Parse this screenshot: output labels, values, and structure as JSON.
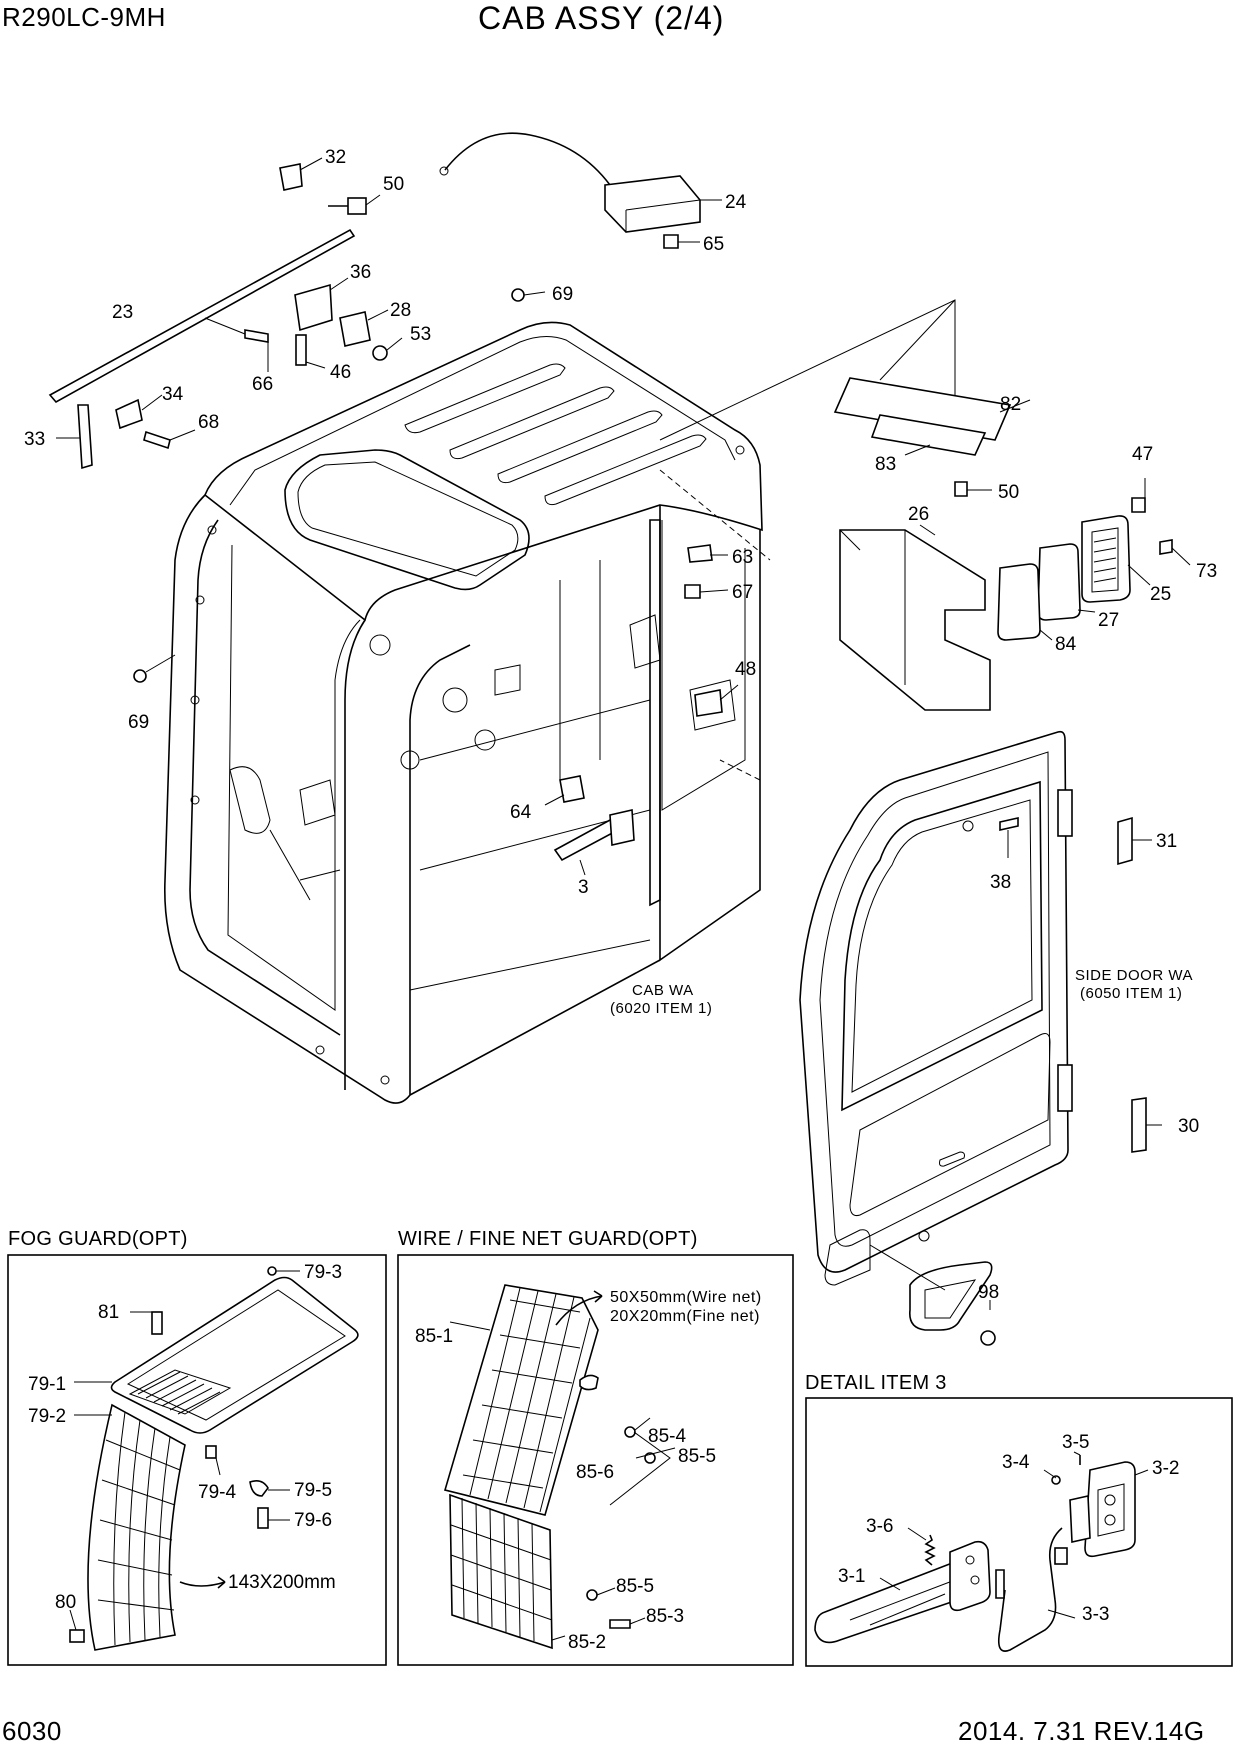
{
  "header": {
    "model": "R290LC-9MH",
    "title": "CAB ASSY (2/4)"
  },
  "footer": {
    "page_number": "6030",
    "revision": "2014. 7.31  REV.14G"
  },
  "sections": {
    "fog_guard": "FOG GUARD(OPT)",
    "wire_guard": "WIRE / FINE NET GUARD(OPT)",
    "detail_item3": "DETAIL ITEM 3"
  },
  "notes": {
    "cab_wa_1": "CAB WA",
    "cab_wa_2": "(6020 ITEM 1)",
    "door_wa_1": "SIDE DOOR WA",
    "door_wa_2": "(6050 ITEM 1)",
    "mesh_1": "50X50mm(Wire net)",
    "mesh_2": "20X20mm(Fine net)",
    "fog_size": "143X200mm"
  },
  "callouts": {
    "c32": "32",
    "c50a": "50",
    "c24": "24",
    "c65": "65",
    "c36": "36",
    "c23": "23",
    "c28": "28",
    "c53": "53",
    "c69a": "69",
    "c66": "66",
    "c46": "46",
    "c34": "34",
    "c68": "68",
    "c33": "33",
    "c82": "82",
    "c83": "83",
    "c50b": "50",
    "c47": "47",
    "c26": "26",
    "c73": "73",
    "c25": "25",
    "c63": "63",
    "c67": "67",
    "c27": "27",
    "c84": "84",
    "c69b": "69",
    "c48": "48",
    "c64": "64",
    "c31": "31",
    "c3": "3",
    "c38": "38",
    "c30": "30",
    "c98": "98",
    "f79_3": "79-3",
    "f81": "81",
    "f79_1": "79-1",
    "f79_2": "79-2",
    "f79_4": "79-4",
    "f79_5": "79-5",
    "f79_6": "79-6",
    "f80": "80",
    "w85_1": "85-1",
    "w85_4": "85-4",
    "w85_6": "85-6",
    "w85_5a": "85-5",
    "w85_5b": "85-5",
    "w85_3": "85-3",
    "w85_2": "85-2",
    "d3_5": "3-5",
    "d3_4": "3-4",
    "d3_2": "3-2",
    "d3_6": "3-6",
    "d3_1": "3-1",
    "d3_3": "3-3"
  }
}
